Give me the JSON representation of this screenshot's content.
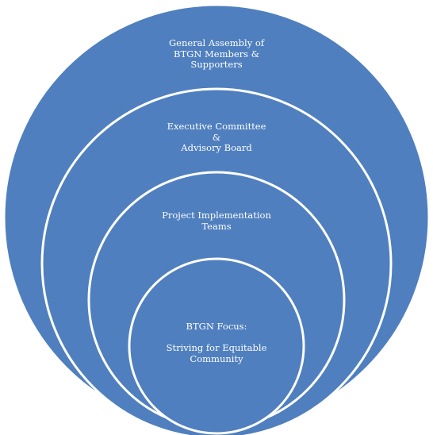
{
  "diagram": {
    "fill_color": "#4f7fbe",
    "stroke_color": "#ffffff",
    "levels": {
      "general_assembly": "General Assembly of\nBTGN Members &\nSupporters",
      "executive_committee": "Executive Committee\n&\nAdvisory Board",
      "project_teams": "Project Implementation\nTeams",
      "focus": "BTGN Focus:\n\nStriving for Equitable\nCommunity"
    }
  }
}
